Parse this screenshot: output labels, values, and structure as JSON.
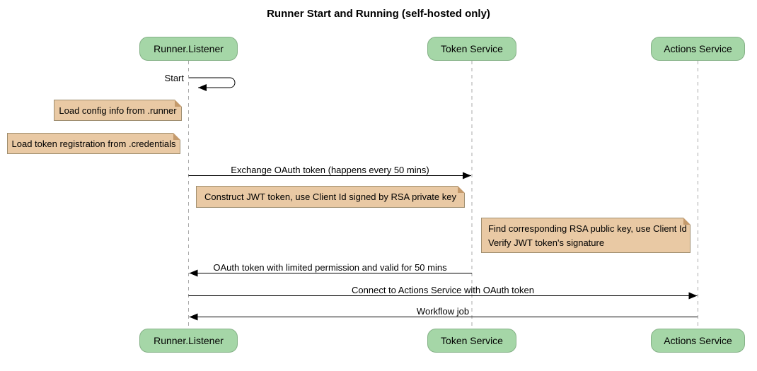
{
  "title": "Runner Start and Running (self-hosted only)",
  "participants": [
    {
      "label": "Runner.Listener"
    },
    {
      "label": "Token Service"
    },
    {
      "label": "Actions Service"
    }
  ],
  "messages": [
    {
      "label": "Start",
      "from": "Runner.Listener",
      "to": "Runner.Listener",
      "type": "self"
    },
    {
      "label": "Exchange OAuth token (happens every 50 mins)",
      "from": "Runner.Listener",
      "to": "Token Service",
      "type": "solid"
    },
    {
      "label": "OAuth token with limited permission and valid for 50 mins",
      "from": "Token Service",
      "to": "Runner.Listener",
      "type": "solid"
    },
    {
      "label": "Connect to Actions Service with OAuth token",
      "from": "Runner.Listener",
      "to": "Actions Service",
      "type": "solid"
    },
    {
      "label": "Workflow job",
      "from": "Actions Service",
      "to": "Runner.Listener",
      "type": "solid"
    }
  ],
  "notes": [
    {
      "text": "Load config info from .runner",
      "position": "left of Runner.Listener"
    },
    {
      "text": "Load token registration from .credentials",
      "position": "left of Runner.Listener"
    },
    {
      "text": "Construct JWT token, use Client Id signed by RSA private key",
      "position": "right of Runner.Listener"
    },
    {
      "lines": [
        "Find corresponding RSA public key, use Client Id",
        "Verify JWT token's signature"
      ],
      "position": "left of Actions Service"
    }
  ],
  "colors": {
    "participant_fill": "#a5d6a7",
    "participant_border": "#84b186",
    "note_fill": "#e9c9a4",
    "note_border": "#9e8d6e",
    "note_fold": "#c49a6c",
    "lifeline": "#aaaaaa",
    "arrow": "#000000"
  }
}
